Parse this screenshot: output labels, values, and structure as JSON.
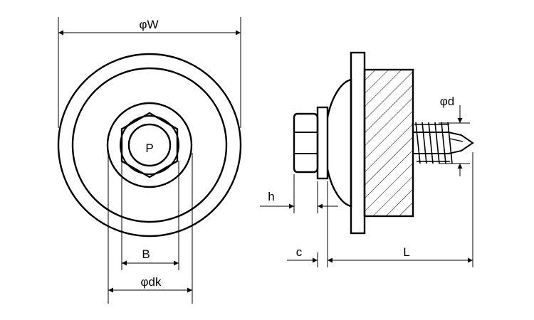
{
  "labels": {
    "phi_w": "φW",
    "b": "B",
    "phi_dk": "φdk",
    "p": "P",
    "h": "h",
    "c": "c",
    "l": "L",
    "phi_d": "φd"
  }
}
